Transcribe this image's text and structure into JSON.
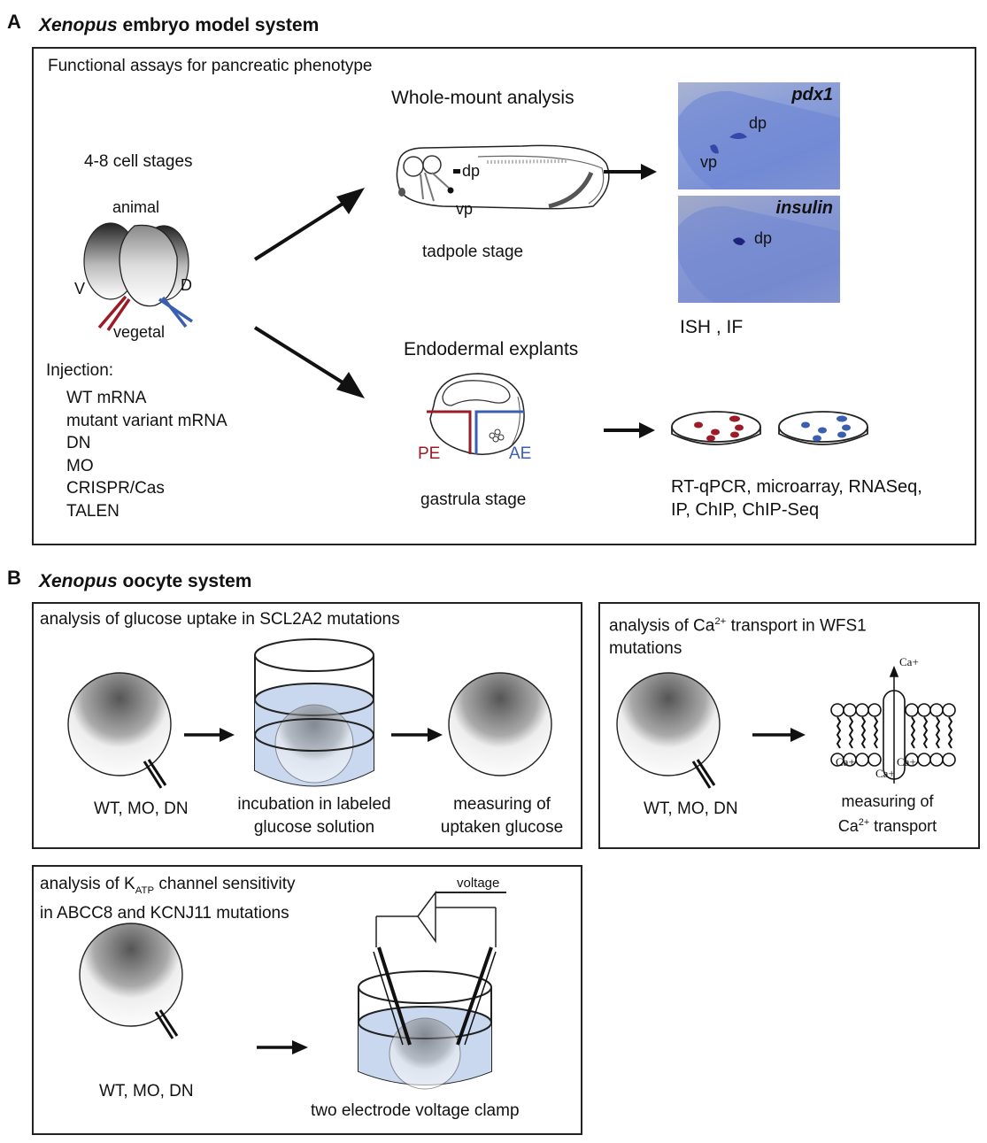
{
  "panelA": {
    "letter": "A",
    "title_italic": "Xenopus",
    "title_rest": " embryo model system",
    "box_title": "Functional assays for pancreatic phenotype",
    "cell_stages_label": "4-8 cell stages",
    "animal_label": "animal",
    "v_label": "V",
    "d_label": "D",
    "vegetal_label": "vegetal",
    "injection_title": "Injection:",
    "injection_items": [
      "WT mRNA",
      "mutant variant mRNA",
      "DN",
      "MO",
      "CRISPR/Cas",
      "TALEN"
    ],
    "wholemount_title": "Whole-mount analysis",
    "tadpole_dp": "dp",
    "tadpole_vp": "vp",
    "tadpole_stage": "tadpole stage",
    "pdx1_label": "pdx1",
    "pdx1_dp": "dp",
    "pdx1_vp": "vp",
    "insulin_label": "insulin",
    "insulin_dp": "dp",
    "ish_if": "ISH , IF",
    "explants_title": "Endodermal explants",
    "pe_label": "PE",
    "ae_label": "AE",
    "gastrula_stage": "gastrula stage",
    "assays_line1": "RT-qPCR, microarray, RNASeq,",
    "assays_line2": "IP, ChIP, ChIP-Seq",
    "colors": {
      "red": "#9b1c26",
      "blue": "#3a5fb0",
      "stain": "#7f94d4"
    }
  },
  "panelB": {
    "letter": "B",
    "title_italic": "Xenopus",
    "title_rest": " oocyte system",
    "glucose": {
      "title": "analysis of glucose uptake in SCL2A2 mutations",
      "injection_label": "WT, MO, DN",
      "incubation_line1": "incubation in labeled",
      "incubation_line2": "glucose solution",
      "measuring_line1": "measuring of",
      "measuring_line2": "uptaken glucose"
    },
    "calcium": {
      "title_pre": "analysis of Ca",
      "title_sup": "2+",
      "title_post": " transport in WFS1",
      "title_line2": "mutations",
      "injection_label": "WT, MO, DN",
      "ion_top": "Ca+",
      "ion_left": "Ca+",
      "ion_mid": "Ca+",
      "ion_right": "Ca+",
      "measuring_line1": "measuring of",
      "measuring_line2_pre": "Ca",
      "measuring_line2_sup": "2+",
      "measuring_line2_post": " transport"
    },
    "katp": {
      "title_pre": "analysis of K",
      "title_sub": "ATP",
      "title_post": "  channel sensitivity",
      "title_line2": "in ABCC8 and KCNJ11 mutations",
      "injection_label": "WT, MO, DN",
      "voltage_label": "voltage",
      "clamp_label": "two electrode voltage clamp"
    },
    "colors": {
      "liquid": "#c9d8ef"
    }
  }
}
